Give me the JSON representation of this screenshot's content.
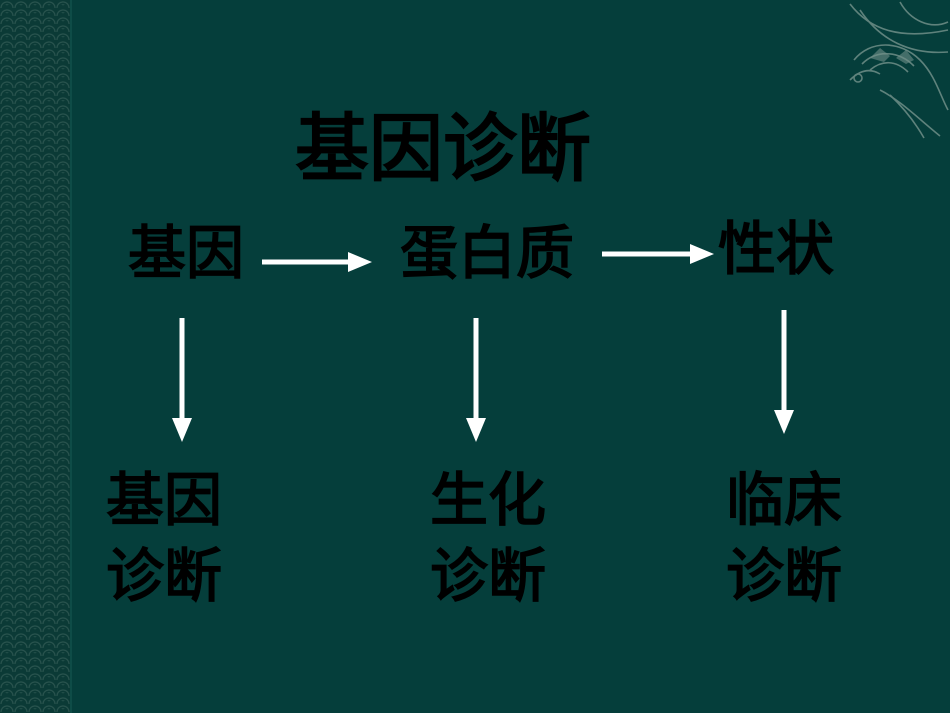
{
  "title": "基因诊断",
  "flow": {
    "nodes": [
      "基因",
      "蛋白质",
      "性状"
    ],
    "diagnoses": [
      {
        "line1": "基因",
        "line2": "诊断"
      },
      {
        "line1": "生化",
        "line2": "诊断"
      },
      {
        "line1": "临床",
        "line2": "诊断"
      }
    ]
  },
  "colors": {
    "background": "#053e3b",
    "text": "#000000",
    "arrow": "#ffffff"
  }
}
